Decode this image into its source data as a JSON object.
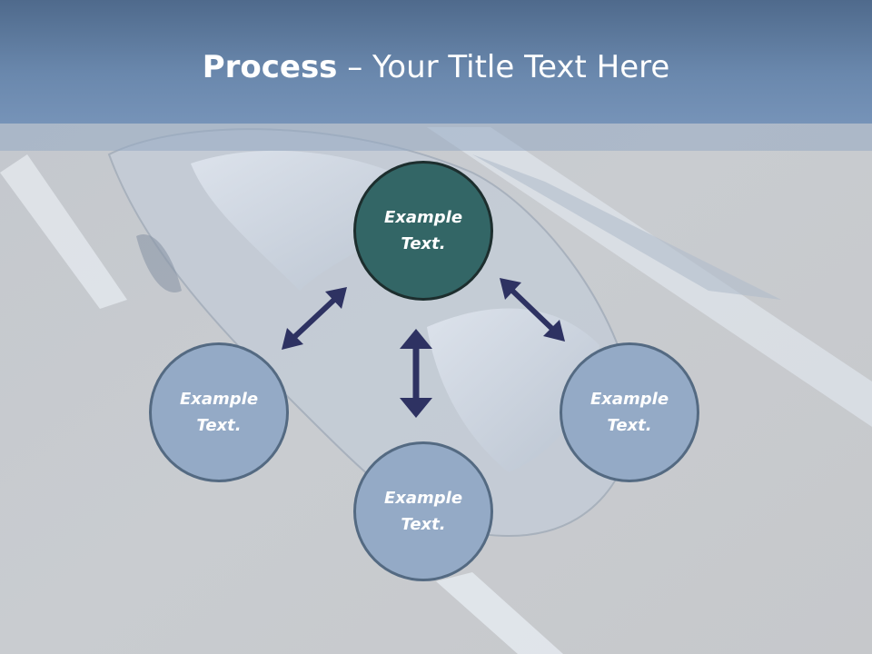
{
  "slide": {
    "title_bold": "Process",
    "title_rest": " – Your Title Text Here"
  },
  "diagram": {
    "nodes": [
      {
        "id": "top",
        "label": "Example Text."
      },
      {
        "id": "left",
        "label": "Example Text."
      },
      {
        "id": "bottom",
        "label": "Example Text."
      },
      {
        "id": "right",
        "label": "Example Text."
      }
    ]
  },
  "colors": {
    "title_band": "#6a88ad",
    "top_circle": "#336666",
    "other_circles": "#94aac6",
    "arrow": "#2e3262",
    "background": "#c8cacd"
  }
}
